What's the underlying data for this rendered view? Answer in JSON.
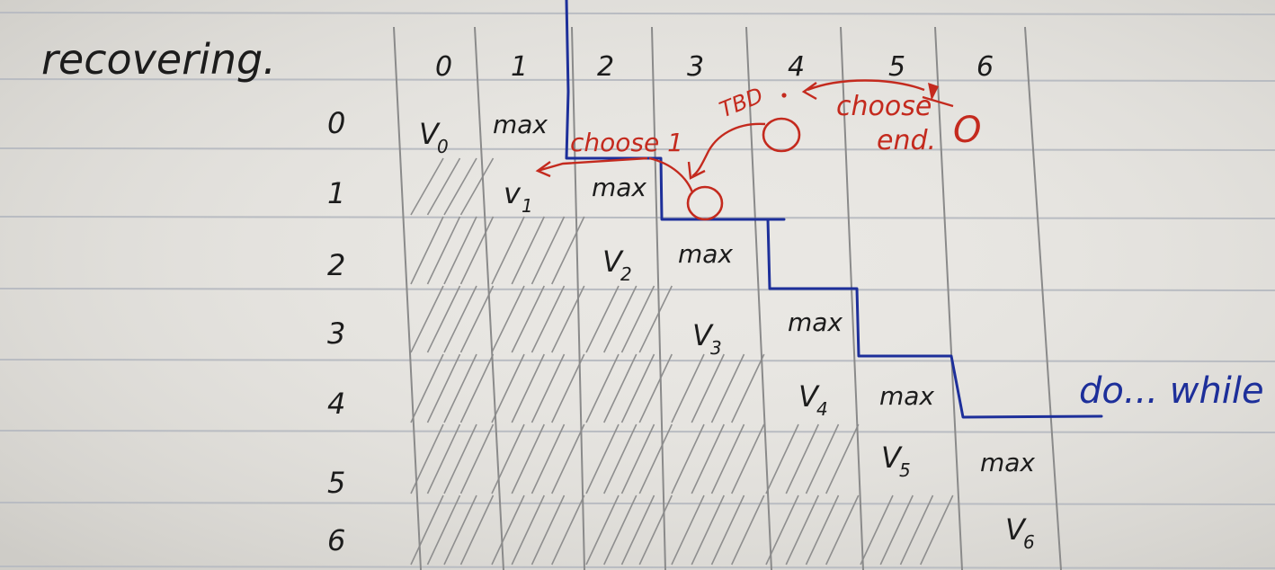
{
  "title": "recovering.",
  "col_headers": [
    "0",
    "1",
    "2",
    "3",
    "4",
    "5",
    "6"
  ],
  "row_headers": [
    "0",
    "1",
    "2",
    "3",
    "4",
    "5",
    "6"
  ],
  "diagonal_cells": [
    {
      "main": "V",
      "sub": "0"
    },
    {
      "main": "v",
      "sub": "1"
    },
    {
      "main": "V",
      "sub": "2"
    },
    {
      "main": "V",
      "sub": "3"
    },
    {
      "main": "V",
      "sub": "4"
    },
    {
      "main": "V",
      "sub": "5"
    },
    {
      "main": "V",
      "sub": "6"
    }
  ],
  "max_label": "max",
  "annotations": {
    "choose_1": "choose 1",
    "tbd": "TBD",
    "choose_end": "choose",
    "end": "end.",
    "zero": "O"
  },
  "loop_label": "do... while",
  "colors": {
    "paper": "#e9e7e3",
    "rule_line": "#b9bcc2",
    "pencil": "#8a8a8a",
    "ink_black": "#1c1c1c",
    "ink_red": "#c42a1e",
    "ink_blue": "#1d2f9a"
  }
}
